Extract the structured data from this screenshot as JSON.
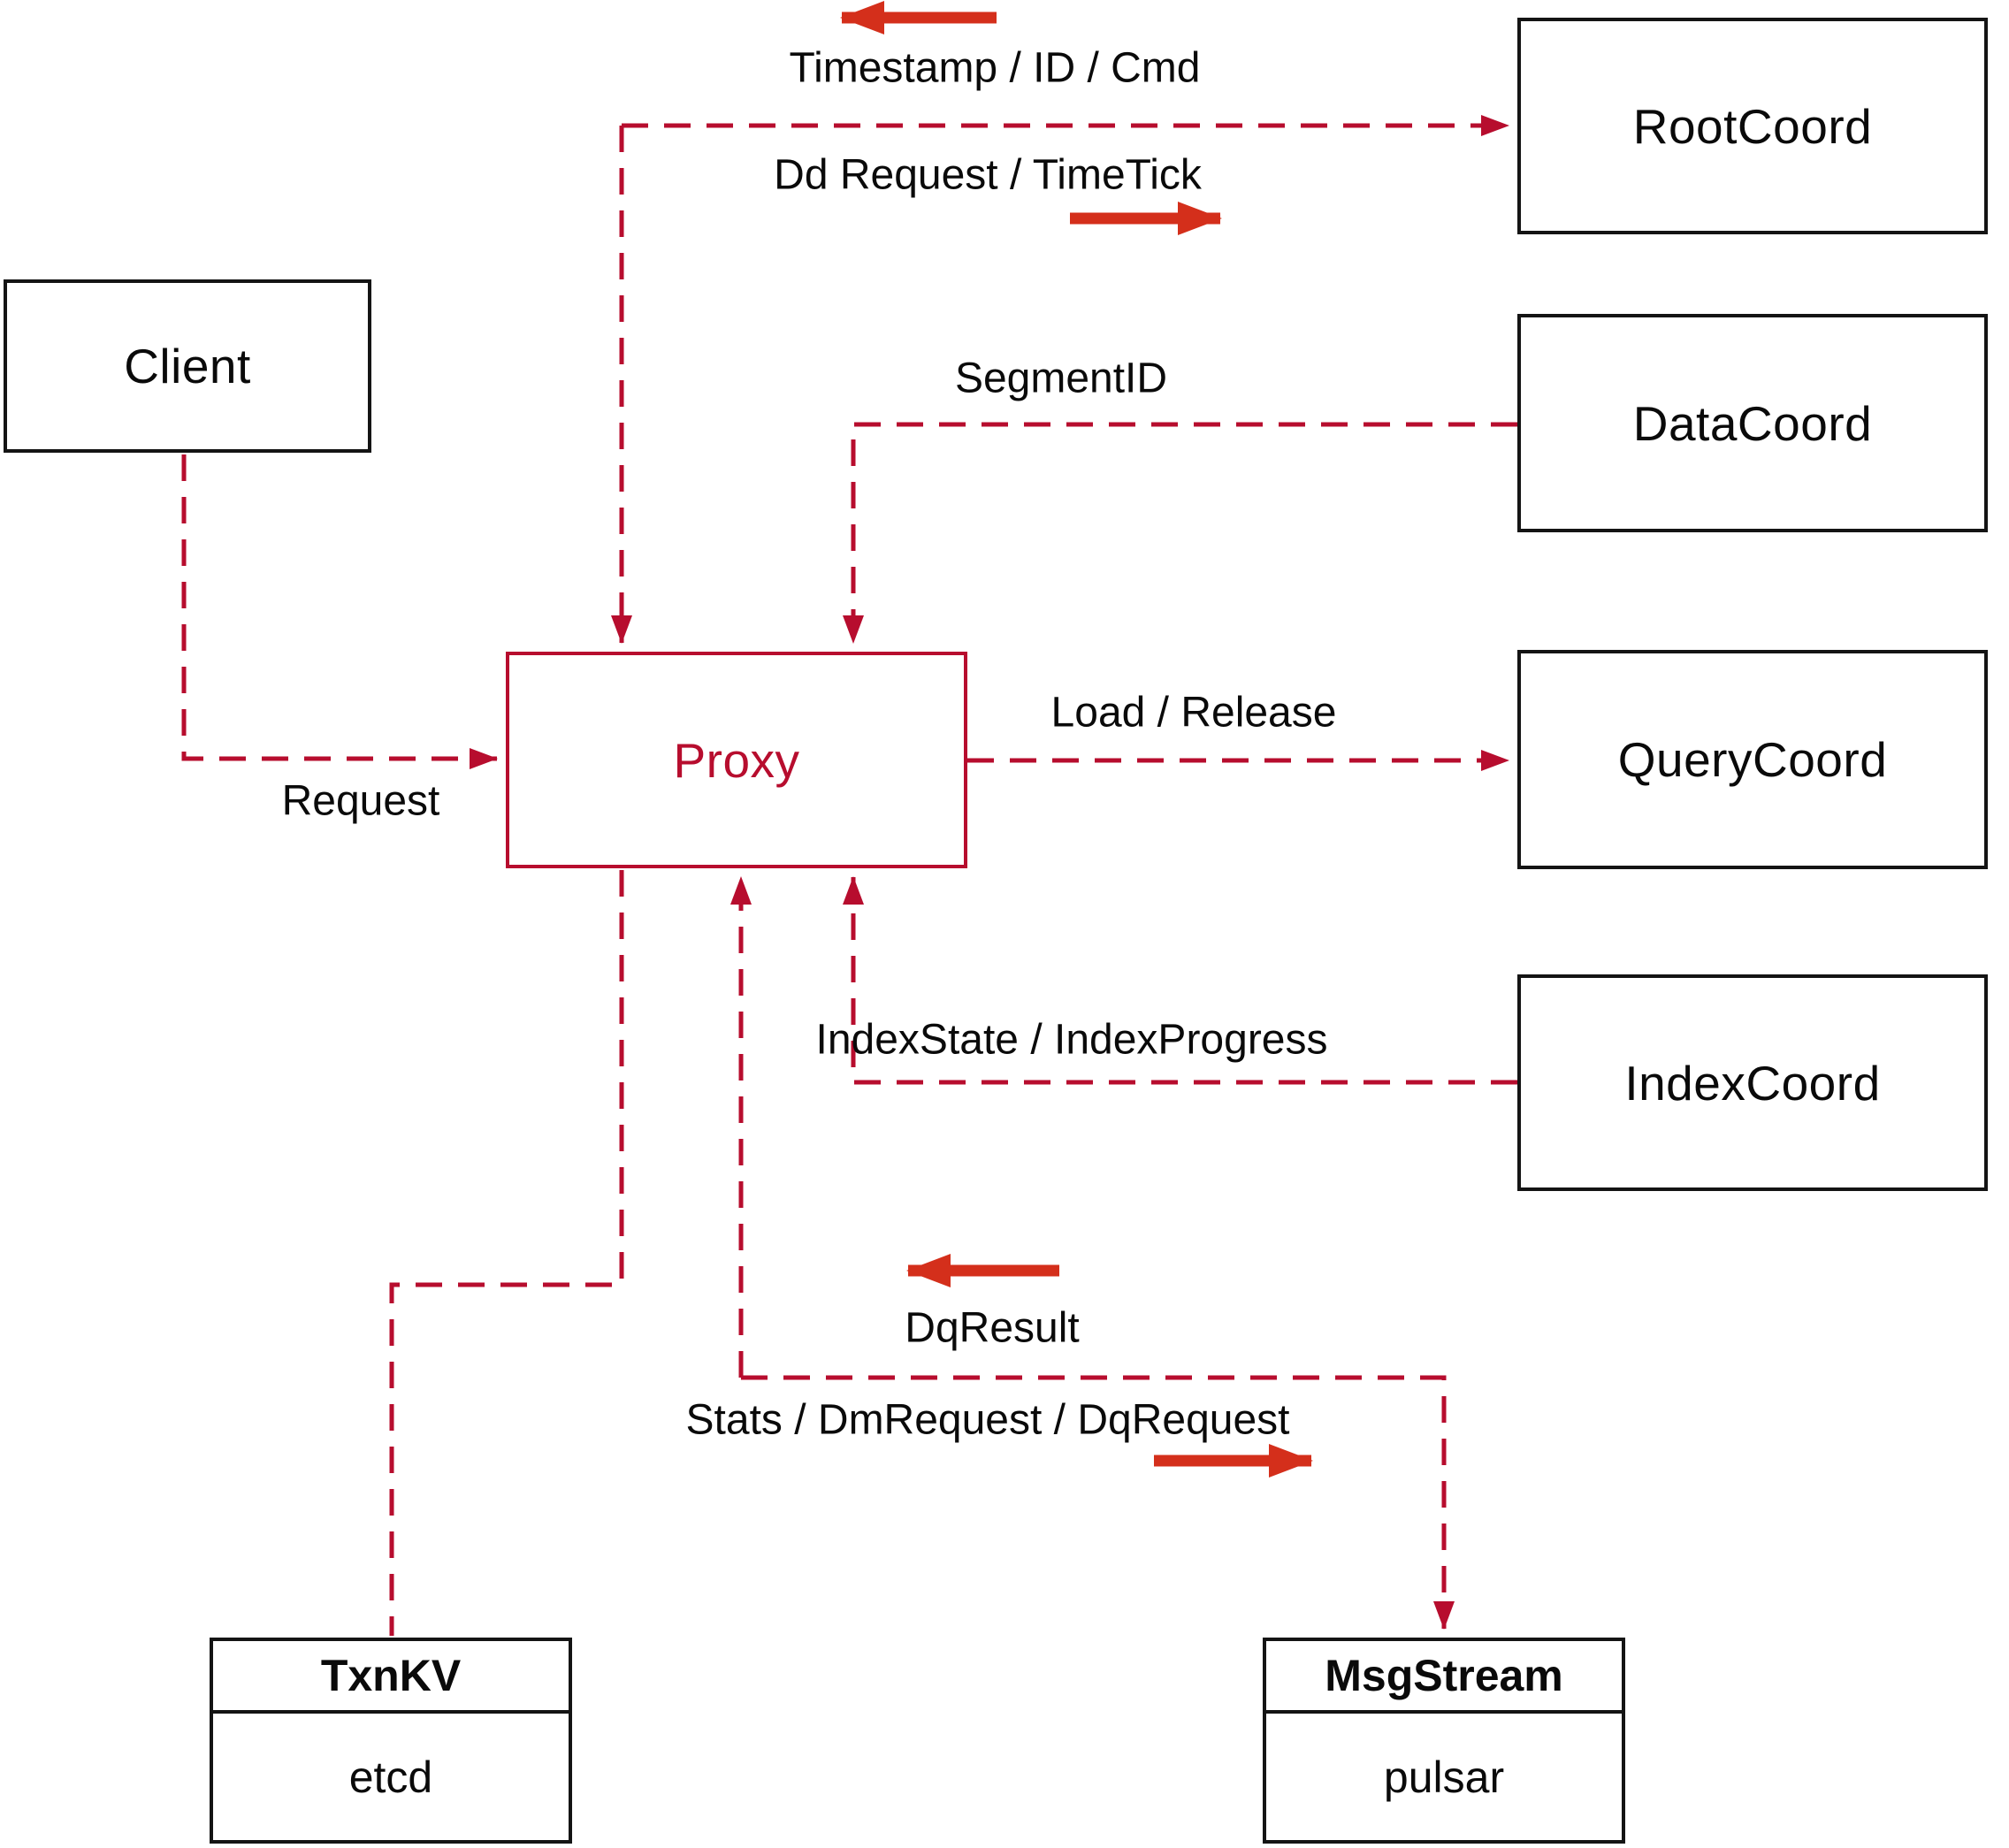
{
  "diagram": {
    "nodes": {
      "client": {
        "label": "Client"
      },
      "proxy": {
        "label": "Proxy"
      },
      "root_coord": {
        "label": "RootCoord"
      },
      "data_coord": {
        "label": "DataCoord"
      },
      "query_coord": {
        "label": "QueryCoord"
      },
      "index_coord": {
        "label": "IndexCoord"
      },
      "txn_kv": {
        "title": "TxnKV",
        "subtitle": "etcd"
      },
      "msg_stream": {
        "title": "MsgStream",
        "subtitle": "pulsar"
      }
    },
    "edge_labels": {
      "timestamp": "Timestamp / ID / Cmd",
      "dd_request": "Dd Request / TimeTick",
      "segment_id": "SegmentID",
      "request": "Request",
      "load_release": "Load / Release",
      "index_state": "IndexState / IndexProgress",
      "dq_result": "DqResult",
      "stats": "Stats / DmRequest / DqRequest"
    },
    "colors": {
      "dashed_line": "#b70d2e",
      "solid_arrow": "#d42f1b",
      "box_border": "#141414",
      "label_text": "#0a0a0a"
    }
  }
}
